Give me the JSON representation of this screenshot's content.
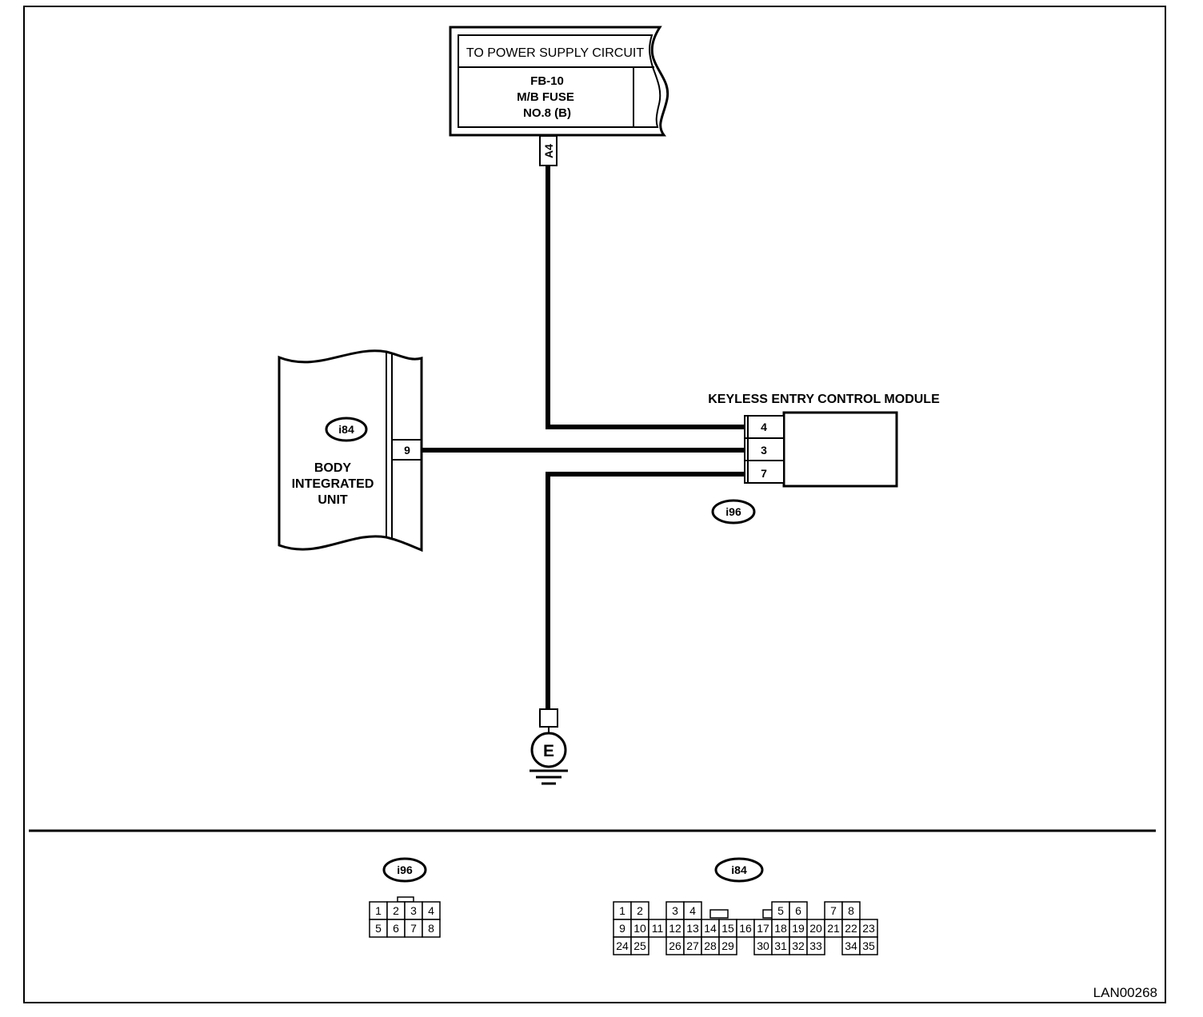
{
  "power_supply": {
    "title": "TO POWER SUPPLY CIRCUIT",
    "line1": "FB-10",
    "line2": "M/B FUSE",
    "line3": "NO.8 (B)",
    "terminal": "A4"
  },
  "body_integrated_unit": {
    "connector_id": "i84",
    "line1": "BODY",
    "line2": "INTEGRATED",
    "line3": "UNIT",
    "pin": "9"
  },
  "keyless_module": {
    "title": "KEYLESS ENTRY CONTROL MODULE",
    "connector_id": "i96",
    "pins": [
      "4",
      "3",
      "7"
    ]
  },
  "ground": {
    "label": "E"
  },
  "connector_views": {
    "i96": {
      "label": "i96",
      "rows": [
        [
          "1",
          "2",
          "3",
          "4"
        ],
        [
          "5",
          "6",
          "7",
          "8"
        ]
      ]
    },
    "i84": {
      "label": "i84",
      "rows": [
        [
          "1",
          "2",
          "",
          "3",
          "4",
          "",
          "",
          "",
          "",
          "5",
          "6",
          "",
          "7",
          "8"
        ],
        [
          "9",
          "10",
          "11",
          "12",
          "13",
          "14",
          "15",
          "16",
          "17",
          "18",
          "19",
          "20",
          "21",
          "22",
          "23"
        ],
        [
          "24",
          "25",
          "",
          "26",
          "27",
          "28",
          "29",
          "",
          "30",
          "31",
          "32",
          "33",
          "",
          "34",
          "35"
        ]
      ]
    }
  },
  "figure_code": "LAN00268",
  "colors": {
    "line": "#000000",
    "background": "#ffffff"
  }
}
